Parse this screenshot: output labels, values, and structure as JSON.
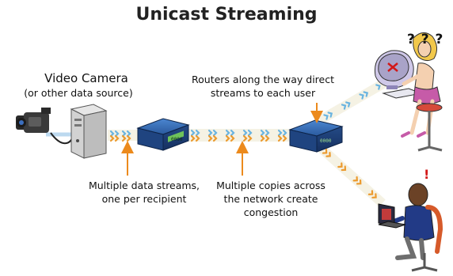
{
  "title": "Unicast Streaming",
  "source": {
    "label": "Video Camera",
    "sublabel": "(or other data source)"
  },
  "annotations": {
    "routers": [
      "Routers along the way direct",
      "streams to each user"
    ],
    "multiple_streams": [
      "Multiple data streams,",
      "one per recipient"
    ],
    "congestion": [
      "Multiple copies across",
      "the network create",
      "congestion"
    ]
  },
  "device_labels": {
    "router_display": "0000"
  },
  "reactions": {
    "confused_user": "? ? ?",
    "alert_user": "!"
  },
  "colors": {
    "stream_blue": "#6ab4e0",
    "stream_orange": "#ec9a2e",
    "router_blue": "#2e5fa8",
    "annotation_arrow": "#ec8a1c",
    "alert_red": "#d21818"
  }
}
